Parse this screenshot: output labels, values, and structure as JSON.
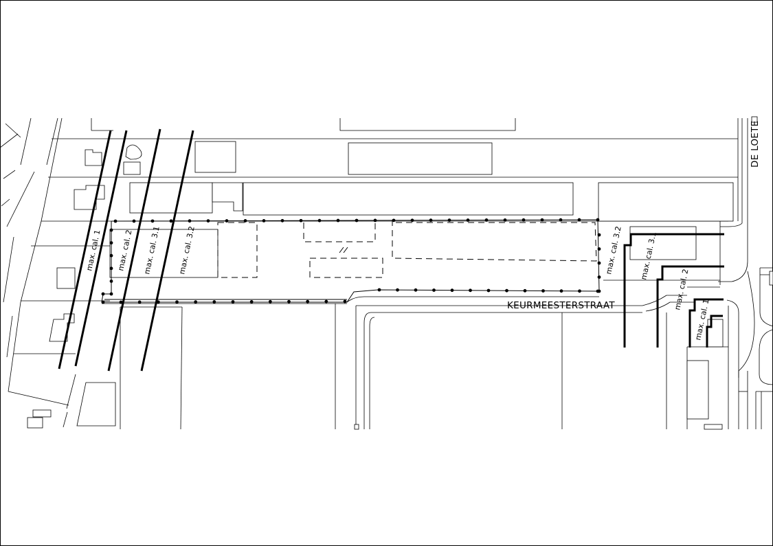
{
  "map": {
    "streets": {
      "keurmeesterstraat": "KEURMEESTERSTRAAT",
      "de_loete": "DE LOETE"
    },
    "height_zones_west": [
      {
        "label": "max. cal. 1"
      },
      {
        "label": "max. cal. 2"
      },
      {
        "label": "max. cal. 3.1"
      },
      {
        "label": "max. cal. 3.2"
      }
    ],
    "height_zones_east": [
      {
        "label": "max. cal. 3.2"
      },
      {
        "label": "max. cal. 3.1"
      },
      {
        "label": "max. cal. 2"
      },
      {
        "label": "max. cal. 1"
      }
    ]
  }
}
